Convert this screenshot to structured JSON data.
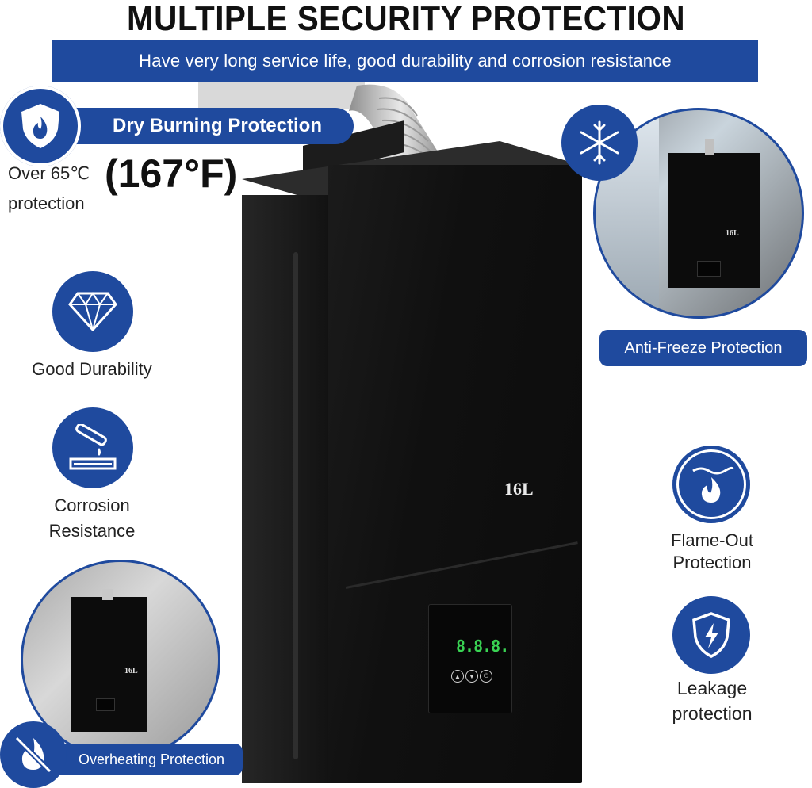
{
  "header": {
    "title": "MULTIPLE SECURITY PROTECTION",
    "subtitle": "Have very long service life, good durability and corrosion resistance"
  },
  "dry_burning": {
    "label": "Dry Burning Protection",
    "line1": "Over 65℃",
    "big_temp": "(167°F)",
    "line2": "protection"
  },
  "features_left": [
    {
      "label": "Good Durability",
      "icon": "diamond-icon"
    },
    {
      "label_line1": "Corrosion",
      "label_line2": "Resistance",
      "icon": "test-tube-drip-icon"
    }
  ],
  "overheating": {
    "label": "Overheating Protection",
    "icon": "no-flame-icon"
  },
  "anti_freeze": {
    "label": "Anti-Freeze Protection",
    "icon": "snowflake-icon"
  },
  "features_right": [
    {
      "label_line1": "Flame-Out",
      "label_line2": "Protection",
      "icon": "flame-water-icon"
    },
    {
      "label_line1": "Leakage",
      "label_line2": "protection",
      "icon": "shield-bolt-icon"
    }
  ],
  "product": {
    "model": "16L",
    "display": "8.8.8.",
    "display_unit": "°F",
    "buttons": [
      "▲",
      "▼",
      "⏻"
    ]
  },
  "colors": {
    "brand_blue": "#1f4a9e",
    "display_green": "#39d353"
  }
}
